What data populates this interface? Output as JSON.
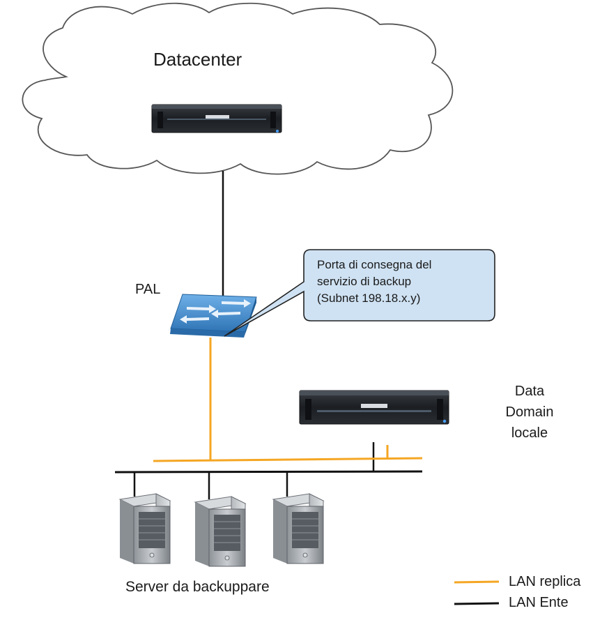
{
  "diagram": {
    "cloud": {
      "title": "Datacenter"
    },
    "switch": {
      "label": "PAL"
    },
    "callout": {
      "lines": [
        "Porta di consegna del",
        "servizio di backup",
        "(Subnet 198.18.x.y)"
      ]
    },
    "data_domain": {
      "lines": [
        "Data",
        "Domain",
        "locale"
      ]
    },
    "servers": {
      "label": "Server da backuppare",
      "count": 3
    },
    "legend": {
      "replica": {
        "label": "LAN replica",
        "color": "#f5a623"
      },
      "ente": {
        "label": "LAN Ente",
        "color": "#111111"
      }
    },
    "colors": {
      "cloud_fill": "#ffffff",
      "cloud_stroke": "#555555",
      "callout_fill": "#cfe2f3",
      "switch_fill": "#3d85c6",
      "storage_body": "#1e2227"
    }
  }
}
